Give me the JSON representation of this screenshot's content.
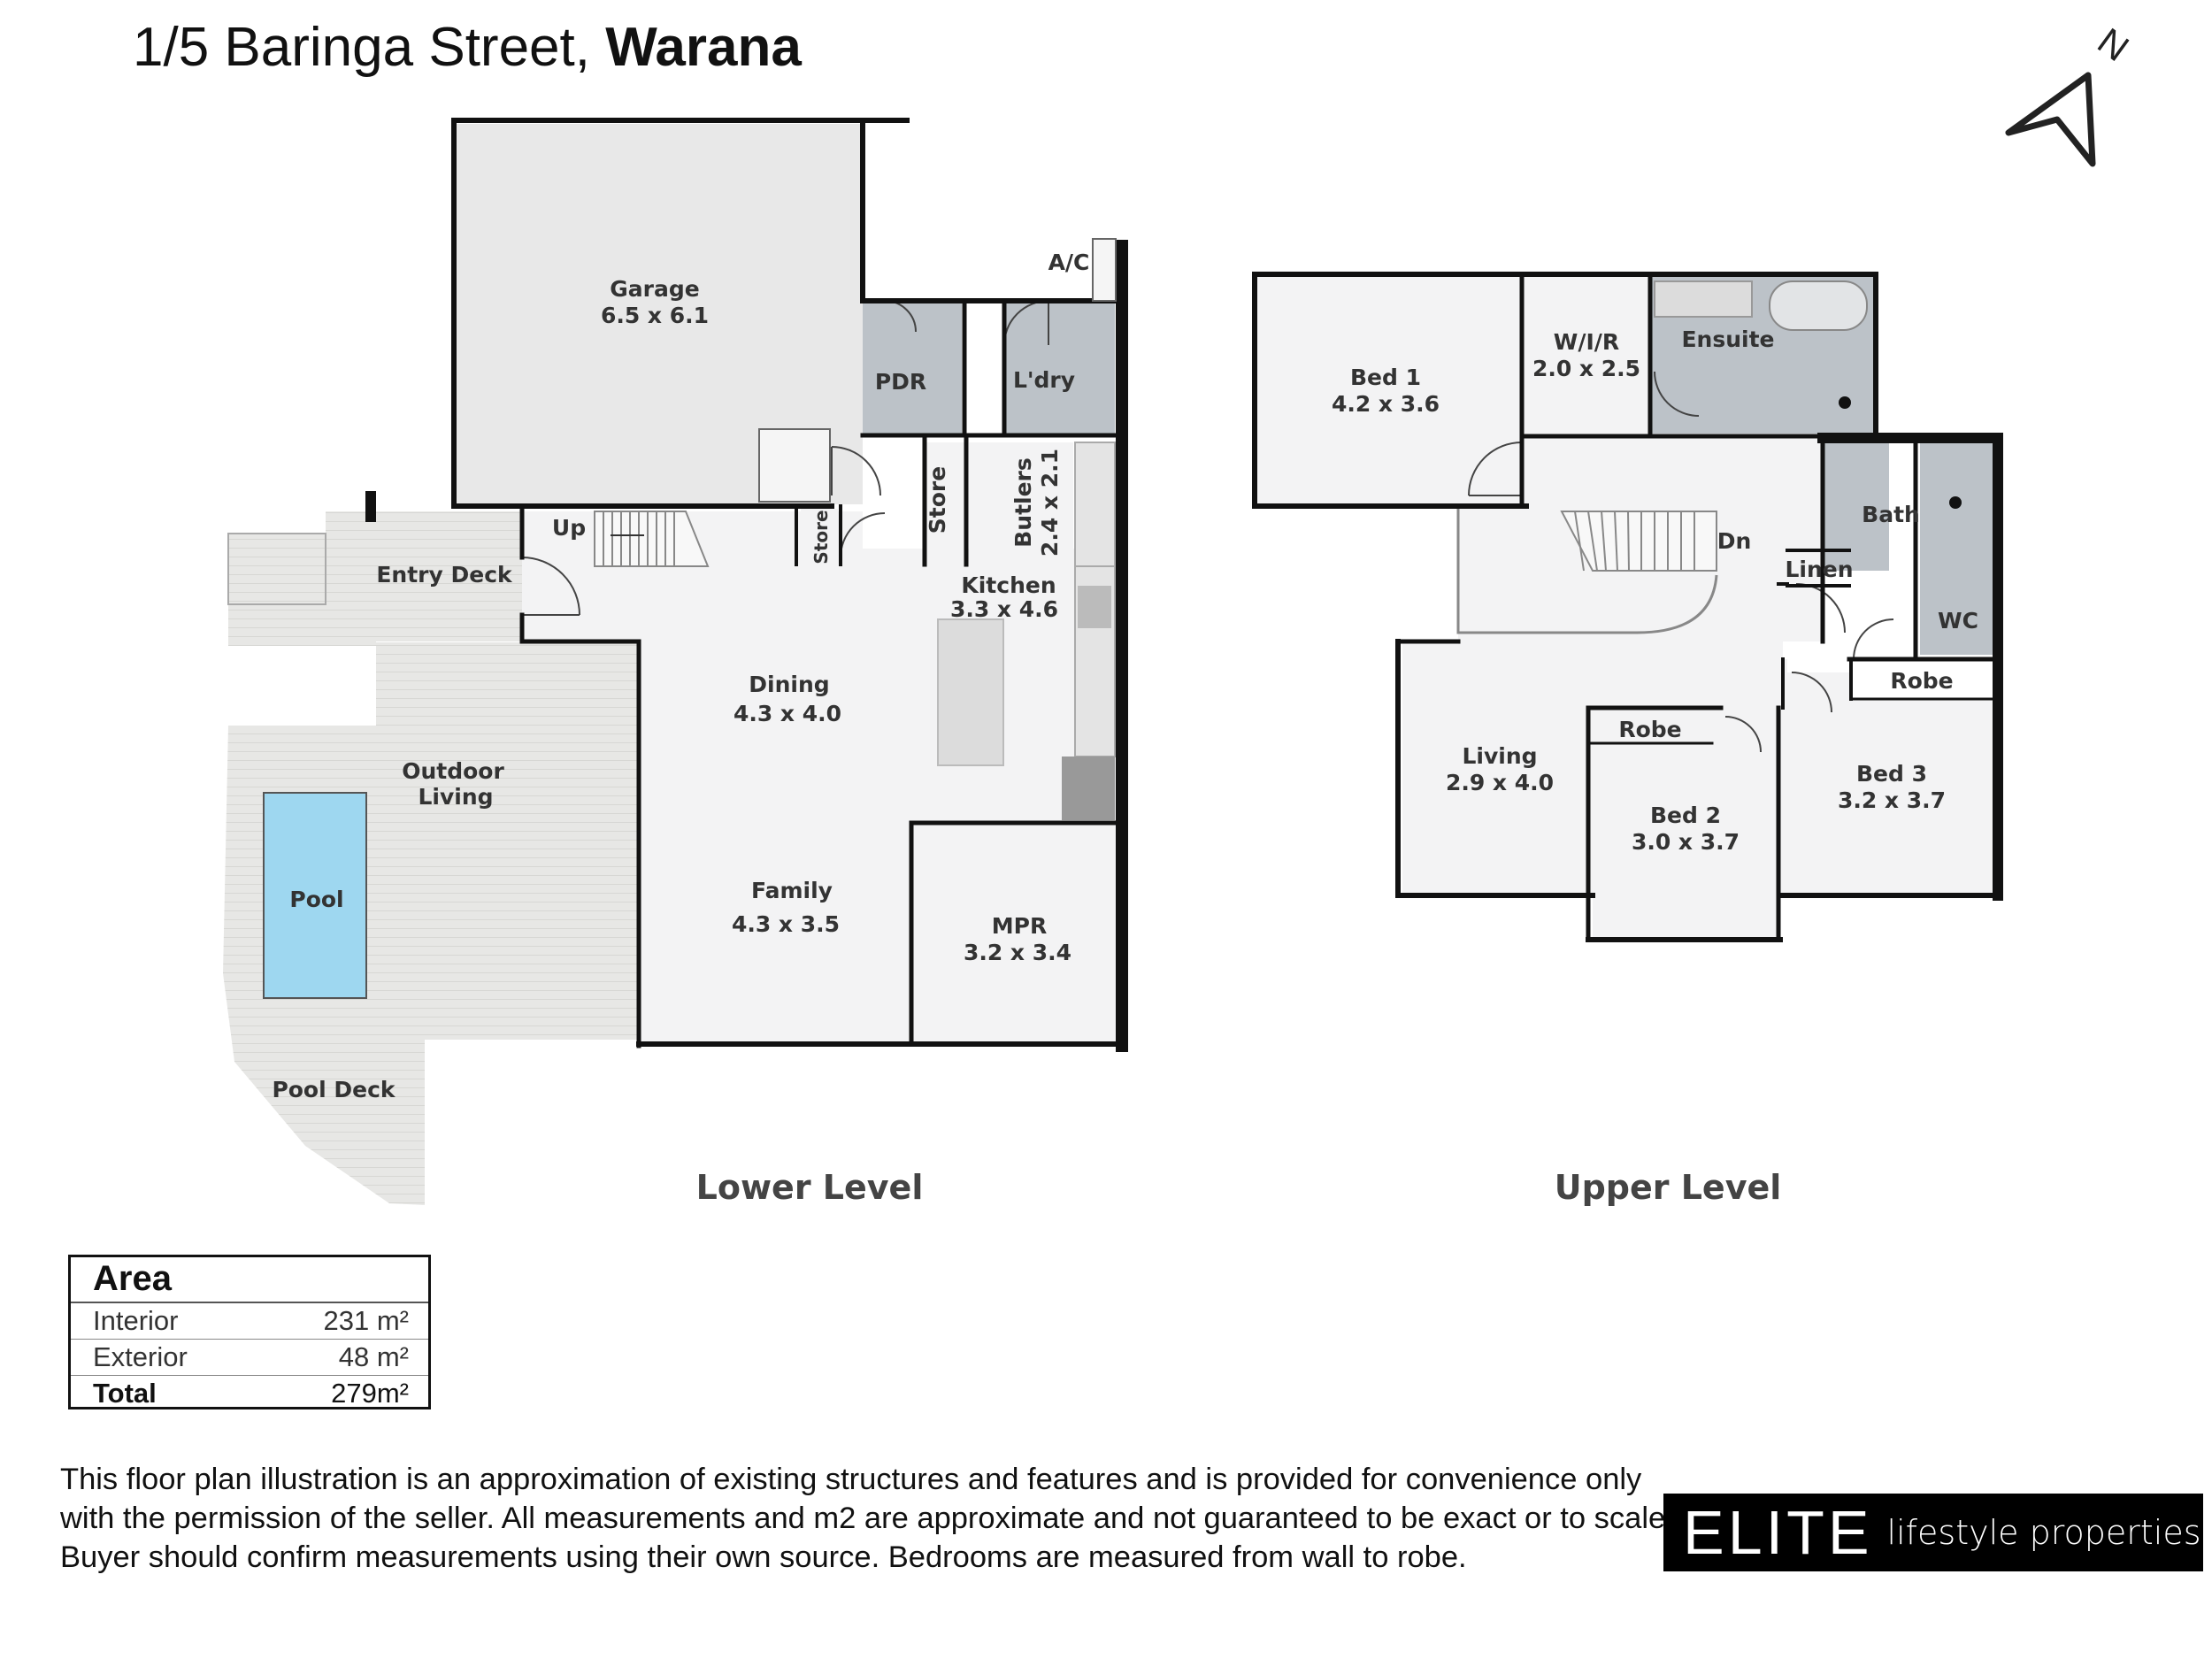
{
  "header": {
    "address": "1/5 Baringa Street, ",
    "suburb": "Warana"
  },
  "levels": {
    "lower": "Lower Level",
    "upper": "Upper Level"
  },
  "lower_rooms": {
    "garage": {
      "name": "Garage",
      "size": "6.5 x 6.1"
    },
    "ac": "A/C",
    "pdr": "PDR",
    "laundry": "L'dry",
    "store1": "Store",
    "store2": "Store",
    "butlers": {
      "name": "Butlers",
      "size": "2.4 x 2.1"
    },
    "up": "Up",
    "entry_deck": "Entry Deck",
    "kitchen": {
      "name": "Kitchen",
      "size": "3.3 x 4.6"
    },
    "dining": {
      "name": "Dining",
      "size": "4.3 x 4.0"
    },
    "outdoor": {
      "line1": "Outdoor",
      "line2": "Living"
    },
    "pool": "Pool",
    "family": {
      "name": "Family",
      "size": "4.3 x 3.5"
    },
    "mpr": {
      "name": "MPR",
      "size": "3.2 x 3.4"
    },
    "pool_deck": "Pool Deck"
  },
  "upper_rooms": {
    "bed1": {
      "name": "Bed 1",
      "size": "4.2 x 3.6"
    },
    "wir": {
      "name": "W/I/R",
      "size": "2.0 x 2.5"
    },
    "ensuite": "Ensuite",
    "dn": "Dn",
    "bath": "Bath",
    "linen": "Linen",
    "wc": "WC",
    "robe1": "Robe",
    "robe2": "Robe",
    "living": {
      "name": "Living",
      "size": "2.9 x 4.0"
    },
    "bed2": {
      "name": "Bed 2",
      "size": "3.0 x 3.7"
    },
    "bed3": {
      "name": "Bed 3",
      "size": "3.2 x 3.7"
    }
  },
  "area": {
    "title": "Area",
    "rows": [
      {
        "label": "Interior",
        "value": "231 m²"
      },
      {
        "label": "Exterior",
        "value": "48 m²"
      },
      {
        "label": "Total",
        "value": "279m²"
      }
    ]
  },
  "disclaimer": "This floor plan illustration is an approximation of existing structures and features and is provided for convenience only with the permission of the seller. All measurements and m2 are approximate and not guaranteed to be exact or to scale. Buyer should confirm measurements using their own source. Bedrooms are measured from wall to robe.",
  "logo": {
    "big": "ELITE",
    "small": "lifestyle properties"
  },
  "compass": {
    "letter": "N"
  },
  "colors": {
    "wall": "#111111",
    "floor": "#f3f3f4",
    "wet_area": "#bcc2c8",
    "deck": "#e6e6e4",
    "pool": "#9ed7f0",
    "garage": "#e8e8e8"
  }
}
